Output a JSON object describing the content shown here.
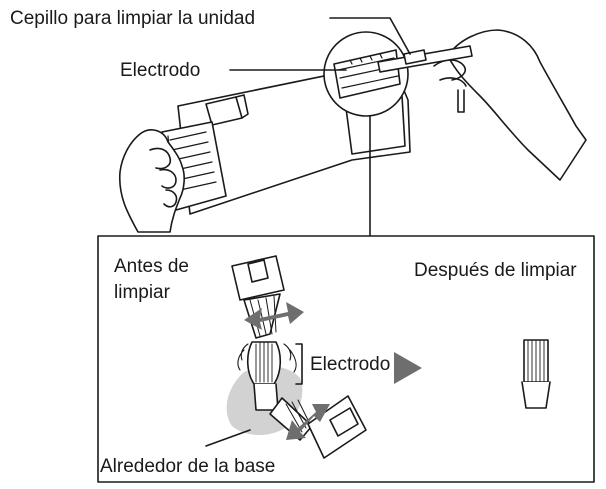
{
  "labels": {
    "brush": "Cepillo para limpiar la unidad",
    "electrode_top": "Electrodo",
    "before_line1": "Antes de",
    "before_line2": "limpiar",
    "after": "Después de limpiar",
    "electrode_detail": "Electrodo",
    "base_area": "Alrededor de la base"
  },
  "colors": {
    "line": "#1a1a1a",
    "arrow": "#6e6e6e",
    "shade": "#d2d2d2",
    "panel_bg": "#ffffff"
  }
}
